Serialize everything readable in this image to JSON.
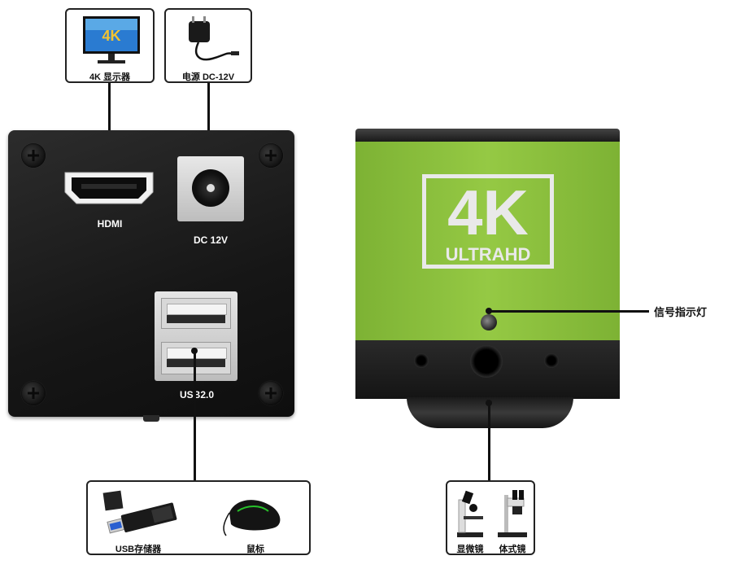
{
  "callouts": {
    "monitor": {
      "label": "4K 显示器",
      "badge": "4K"
    },
    "power": {
      "label": "电源 DC-12V"
    },
    "usb_storage": {
      "label": "USB存储器"
    },
    "mouse": {
      "label": "鼠标"
    },
    "compound_microscope": {
      "label": "显微镜"
    },
    "stereo_microscope": {
      "label": "体式镜"
    }
  },
  "back_panel": {
    "hdmi_label": "HDMI",
    "dc_label": "DC 12V",
    "usb_label": "USB2.0"
  },
  "camera": {
    "badge_big": "4K",
    "badge_small": "ULTRAHD",
    "indicator_label": "信号指示灯",
    "body_color": "#8cc63f",
    "base_color": "#1f1f1f"
  },
  "colors": {
    "line": "#111111",
    "callout_border": "#222222"
  }
}
